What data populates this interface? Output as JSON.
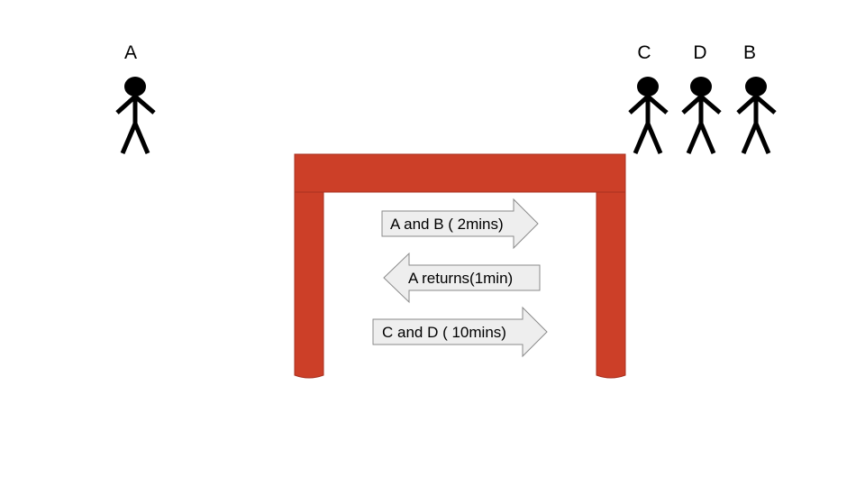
{
  "people": [
    {
      "id": "A",
      "label": "A",
      "side": "start"
    },
    {
      "id": "C",
      "label": "C",
      "side": "end"
    },
    {
      "id": "D",
      "label": "D",
      "side": "end"
    },
    {
      "id": "B",
      "label": "B",
      "side": "end"
    }
  ],
  "crossings": [
    {
      "text": "A and B ( 2mins)",
      "direction": "right"
    },
    {
      "text": "A returns(1min)",
      "direction": "left"
    },
    {
      "text": "C and D ( 10mins)",
      "direction": "right"
    }
  ],
  "colors": {
    "bridge": "#cc3f28",
    "arrow_fill": "#eeeeee",
    "arrow_stroke": "#8a8a8a",
    "figure": "#000000"
  }
}
